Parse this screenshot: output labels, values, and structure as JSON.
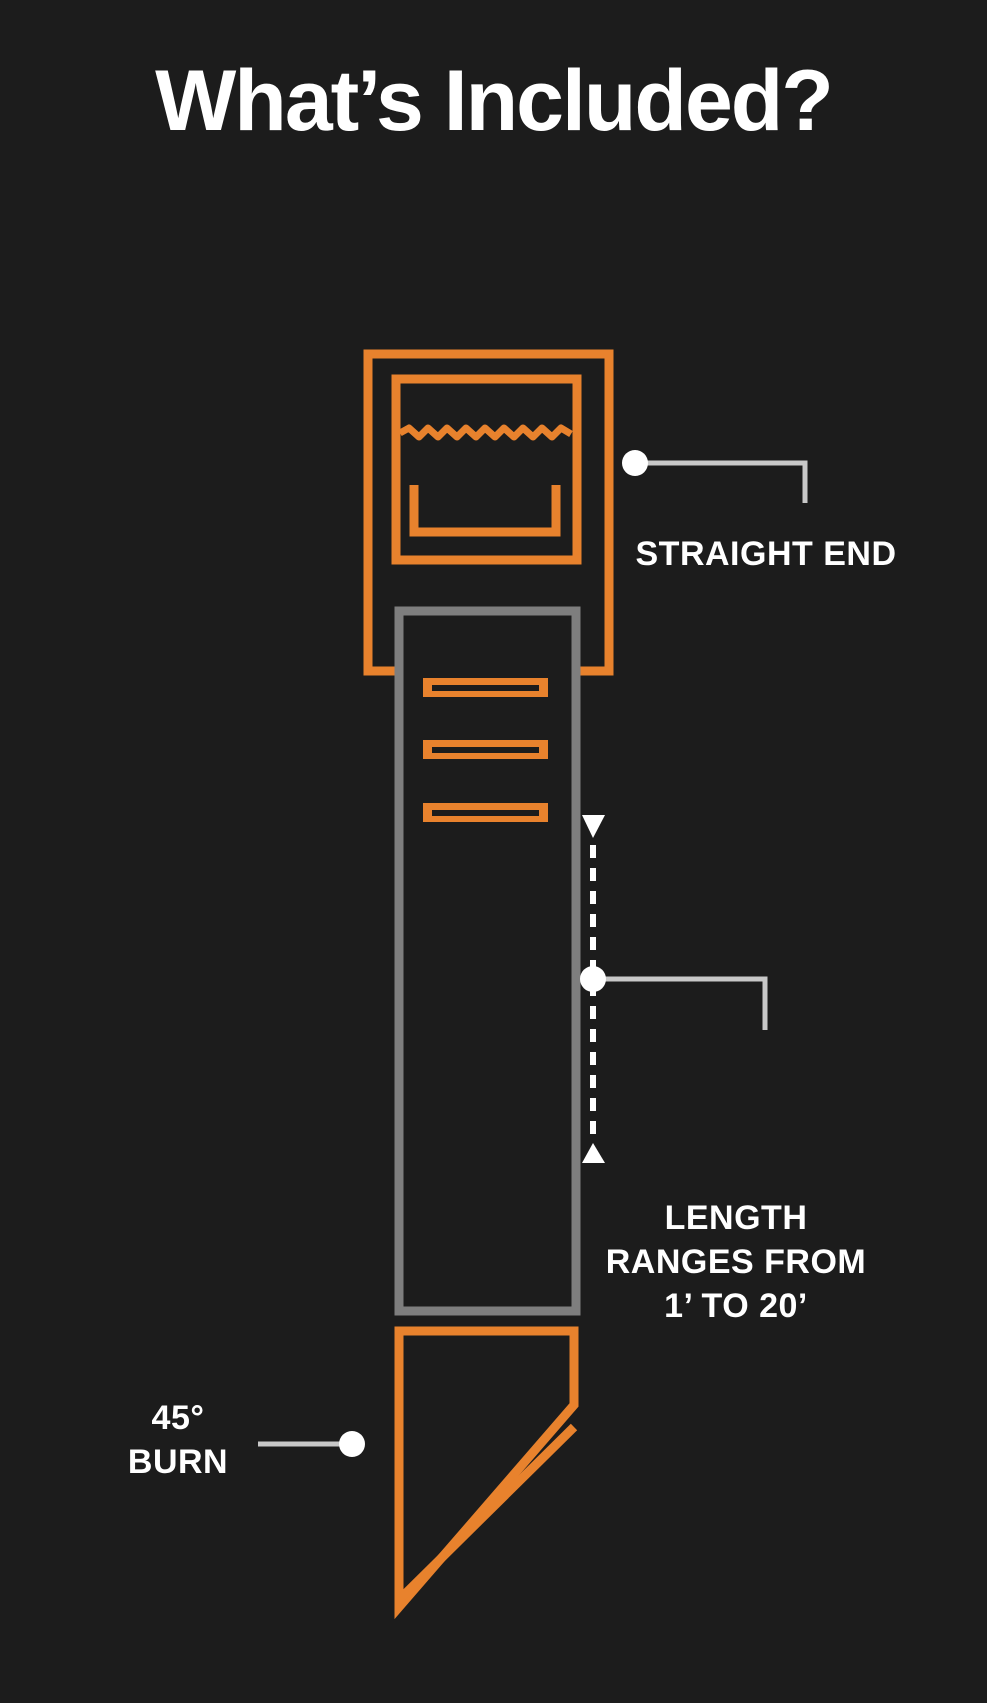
{
  "page": {
    "title": "What’s Included?",
    "background_color": "#1C1C1C"
  },
  "colors": {
    "accent_orange": "#E8822D",
    "strap_gray": "#7E7E7E",
    "callout_line_gray": "#C8C8C8",
    "text_white": "#FFFFFF"
  },
  "diagram": {
    "description": "strap-with-buckle-product-diagram",
    "labels": {
      "straight_end": "STRAIGHT END",
      "length_lines": [
        "LENGTH",
        "RANGES FROM",
        "1’ TO 20’"
      ],
      "burn_lines": [
        "45°",
        "BURN"
      ]
    }
  }
}
